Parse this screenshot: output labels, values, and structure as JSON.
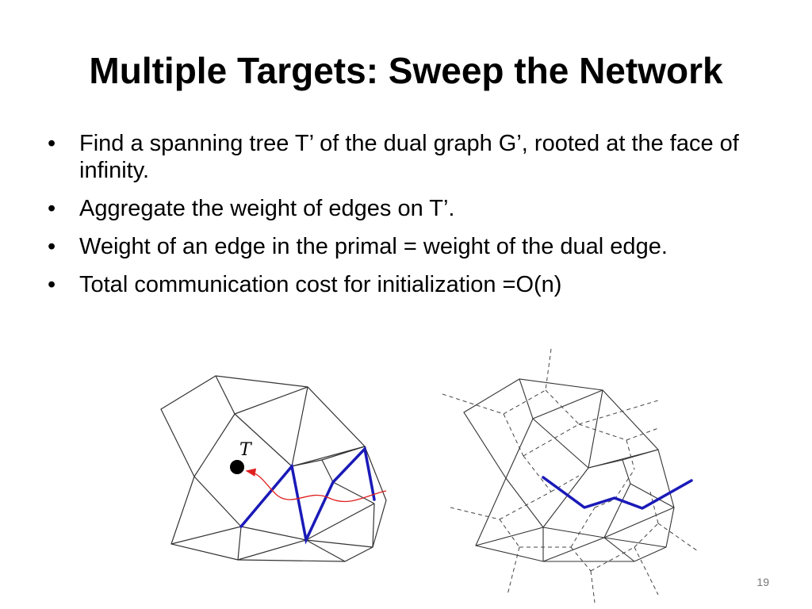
{
  "slide": {
    "title": "Multiple Targets: Sweep the Network",
    "bullets": [
      "Find a spanning tree T’ of the dual graph G’, rooted at the face of infinity.",
      "Aggregate the weight of edges on T’.",
      "Weight of an edge in the primal = weight of the dual edge.",
      "Total communication cost for initialization =O(n)"
    ],
    "bullet_glyph": "•",
    "figure_left": {
      "target_label": "T"
    },
    "page_number": "19"
  },
  "colors": {
    "tree_edge": "#1a1ab8",
    "sweep_arrow": "#e02020",
    "mesh_edge": "#333333"
  }
}
